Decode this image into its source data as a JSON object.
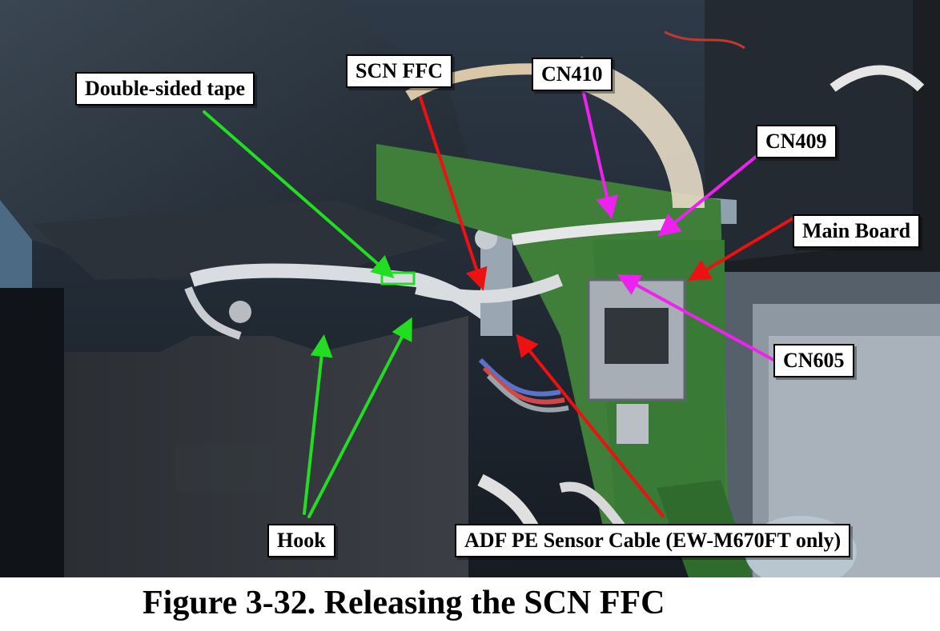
{
  "figure": {
    "caption": "Figure 3-32.  Releasing the SCN FFC"
  },
  "callouts": {
    "double_sided_tape": "Double-sided tape",
    "scn_ffc": "SCN FFC",
    "cn410": "CN410",
    "cn409": "CN409",
    "main_board": "Main Board",
    "cn605": "CN605",
    "hook": "Hook",
    "adf_pe_sensor_cable": "ADF PE Sensor Cable (EW-M670FT only)"
  },
  "colors": {
    "green_arrow": "#22dd22",
    "red_arrow": "#ee1111",
    "magenta_arrow": "#ee22ee",
    "pcb_green": "#3f7f3a"
  }
}
